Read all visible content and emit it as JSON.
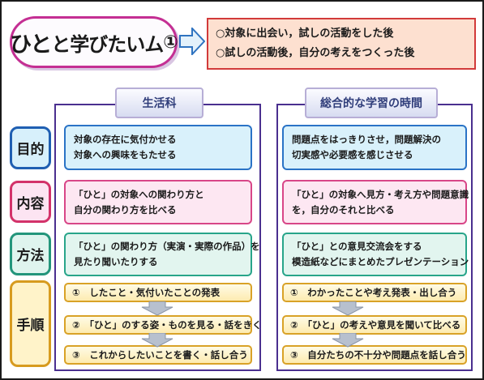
{
  "title": {
    "part1": "ひと",
    "part2": "と学びたいム",
    "part3": "①"
  },
  "goals": [
    "○対象に出会い，試しの活動をした後",
    "○試しの活動後，自分の考えをつくった後"
  ],
  "columns": {
    "left": "生活科",
    "right": "総合的な学習の時間"
  },
  "rows": {
    "mokuteki": {
      "label": "目的",
      "left": [
        "対象の存在に気付かせる",
        "対象への興味をもたせる"
      ],
      "right": [
        "問題点をはっきりさせ，問題解決の",
        "切実感や必要感を感じさせる"
      ]
    },
    "naiyo": {
      "label": "内容",
      "left": [
        "「ひと」の対象への関わり方と",
        "自分の関わり方を比べる"
      ],
      "right": [
        "「ひと」の対象へ見方・考え方や問題意識",
        "を，自分のそれと比べる"
      ]
    },
    "hoho": {
      "label": "方法",
      "left": [
        "「ひと」の関わり方（実演・実際の作品）を",
        "見たり聞いたりする"
      ],
      "right": [
        "「ひと」との意見交流会をする",
        "模造紙などにまとめたプレゼンテーション"
      ]
    },
    "tejun": {
      "label": "手順",
      "left": [
        "①　したこと・気付いたことの発表",
        "②　「ひと」のする姿・ものを見る・話をきく",
        "③　これからしたいことを書く・話し合う"
      ],
      "right": [
        "①　わかったことや考え発表・出し合う",
        "②　「ひと」の考えや意見を聞いて比べる",
        "③　自分たちの不十分や問題点を話し合う"
      ]
    }
  },
  "colors": {
    "title_border": "#c42f93",
    "goal_fill": "#fde0d0",
    "column_border": "#4a2f8f",
    "blue": "#2a73c6",
    "pink": "#d84688",
    "green": "#28a58a",
    "gold": "#d9a227"
  },
  "icons": {
    "title_arrow": "right-arrow-icon",
    "step_arrow": "down-arrow-icon"
  }
}
